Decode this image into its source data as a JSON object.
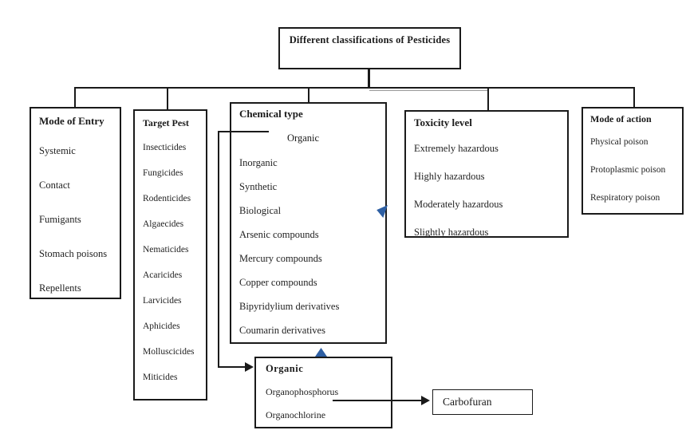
{
  "diagram": {
    "title": "Different classifications of Pesticides",
    "branches": [
      {
        "header": "Mode of Entry",
        "items": [
          "Systemic",
          "Contact",
          "Fumigants",
          "Stomach poisons",
          "Repellents"
        ]
      },
      {
        "header": "Target Pest",
        "items": [
          "Insecticides",
          "Fungicides",
          "Rodenticides",
          "Algaecides",
          "Nematicides",
          "Acaricides",
          "Larvicides",
          "Aphicides",
          "Molluscicides",
          "Miticides"
        ]
      },
      {
        "header": "Chemical type",
        "highlight_item": "Organic",
        "items": [
          "Inorganic",
          "Synthetic",
          "Biological",
          "Arsenic compounds",
          "Mercury compounds",
          "Copper compounds",
          "Bipyridylium derivatives",
          "Coumarin derivatives"
        ]
      },
      {
        "header": "Toxicity level",
        "items": [
          "Extremely hazardous",
          "Highly hazardous",
          "Moderately hazardous",
          "Slightly hazardous"
        ]
      },
      {
        "header": "Mode of action",
        "items": [
          "Physical poison",
          "Protoplasmic poison",
          "Respiratory poison"
        ]
      }
    ],
    "organic_detail": {
      "header": "Organic",
      "items": [
        "Organophosphorus",
        "Organochlorine"
      ]
    },
    "example": {
      "label": "Carbofuran"
    },
    "colors": {
      "background": "#ffffff",
      "box_border": "#1a1a1a",
      "line": "#1a1a1a",
      "blue_arrow_accent": "#2e5fa3"
    }
  }
}
